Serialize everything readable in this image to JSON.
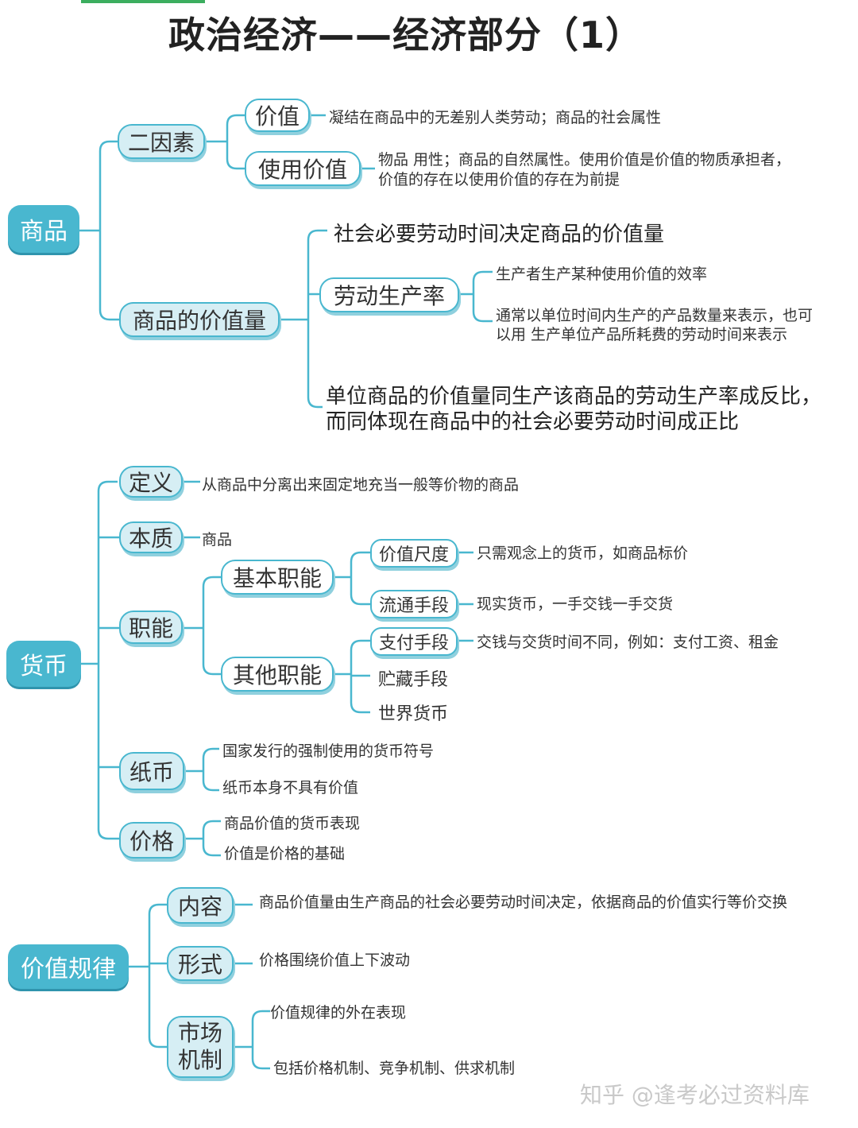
{
  "title": "政治经济——经济部分（1）",
  "watermark": "知乎 @逢考必过资料库",
  "commodity": {
    "root": "商品",
    "two_factors": "二因素",
    "value": "价值",
    "value_desc": "凝结在商品中的无差别人类劳动；商品的社会属性",
    "use_value": "使用价值",
    "use_value_desc_line1": "物品       用性；商品的自然属性。使用价值是价值的物质承担者，",
    "use_value_desc_line2": "价值的存在以使用价值的存在为前提",
    "value_amount": "商品的价值量",
    "snlt": "社会必要劳动时间决定商品的价值量",
    "productivity": "劳动生产率",
    "productivity_desc1": "生产者生产某种使用价值的效率",
    "productivity_desc2_line1": "通常以单位时间内生产的产品数量来表示，也可",
    "productivity_desc2_line2": "以用  生产单位产品所耗费的劳动时间来表示",
    "ratio_line1": "单位商品的价值量同生产该商品的劳动生产率成反比，",
    "ratio_line2": "而同体现在商品中的社会必要劳动时间成正比"
  },
  "money": {
    "root": "货币",
    "definition": "定义",
    "definition_desc": "从商品中分离出来固定地充当一般等价物的商品",
    "essence": "本质",
    "essence_desc": "商品",
    "functions": "职能",
    "basic_functions": "基本职能",
    "measure": "价值尺度",
    "measure_desc": "只需观念上的货币，如商品标价",
    "circulation": "流通手段",
    "circulation_desc": "现实货币，一手交钱一手交货",
    "other_functions": "其他职能",
    "payment": "支付手段",
    "payment_desc": "交钱与交货时间不同，例如：支付工资、租金",
    "storage": "贮藏手段",
    "world_money": "世界货币",
    "paper_money": "纸币",
    "paper_desc1": "国家发行的强制使用的货币符号",
    "paper_desc2": "纸币本身不具有价值",
    "price": "价格",
    "price_desc1": "商品价值的货币表现",
    "price_desc2": "价值是价格的基础"
  },
  "law_of_value": {
    "root": "价值规律",
    "content": "内容",
    "content_desc": "商品价值量由生产商品的社会必要劳动时间决定，依据商品的价值实行等价交换",
    "form": "形式",
    "form_desc": "价格围绕价值上下波动",
    "market_line1": "市场",
    "market_line2": "机制",
    "market_desc1": "价值规律的外在表现",
    "market_desc2": "包括价格机制、竞争机制、供求机制"
  },
  "colors": {
    "accent": "#49b7cf",
    "node_fill": "#d6eef4",
    "line": "#49b7cf"
  }
}
